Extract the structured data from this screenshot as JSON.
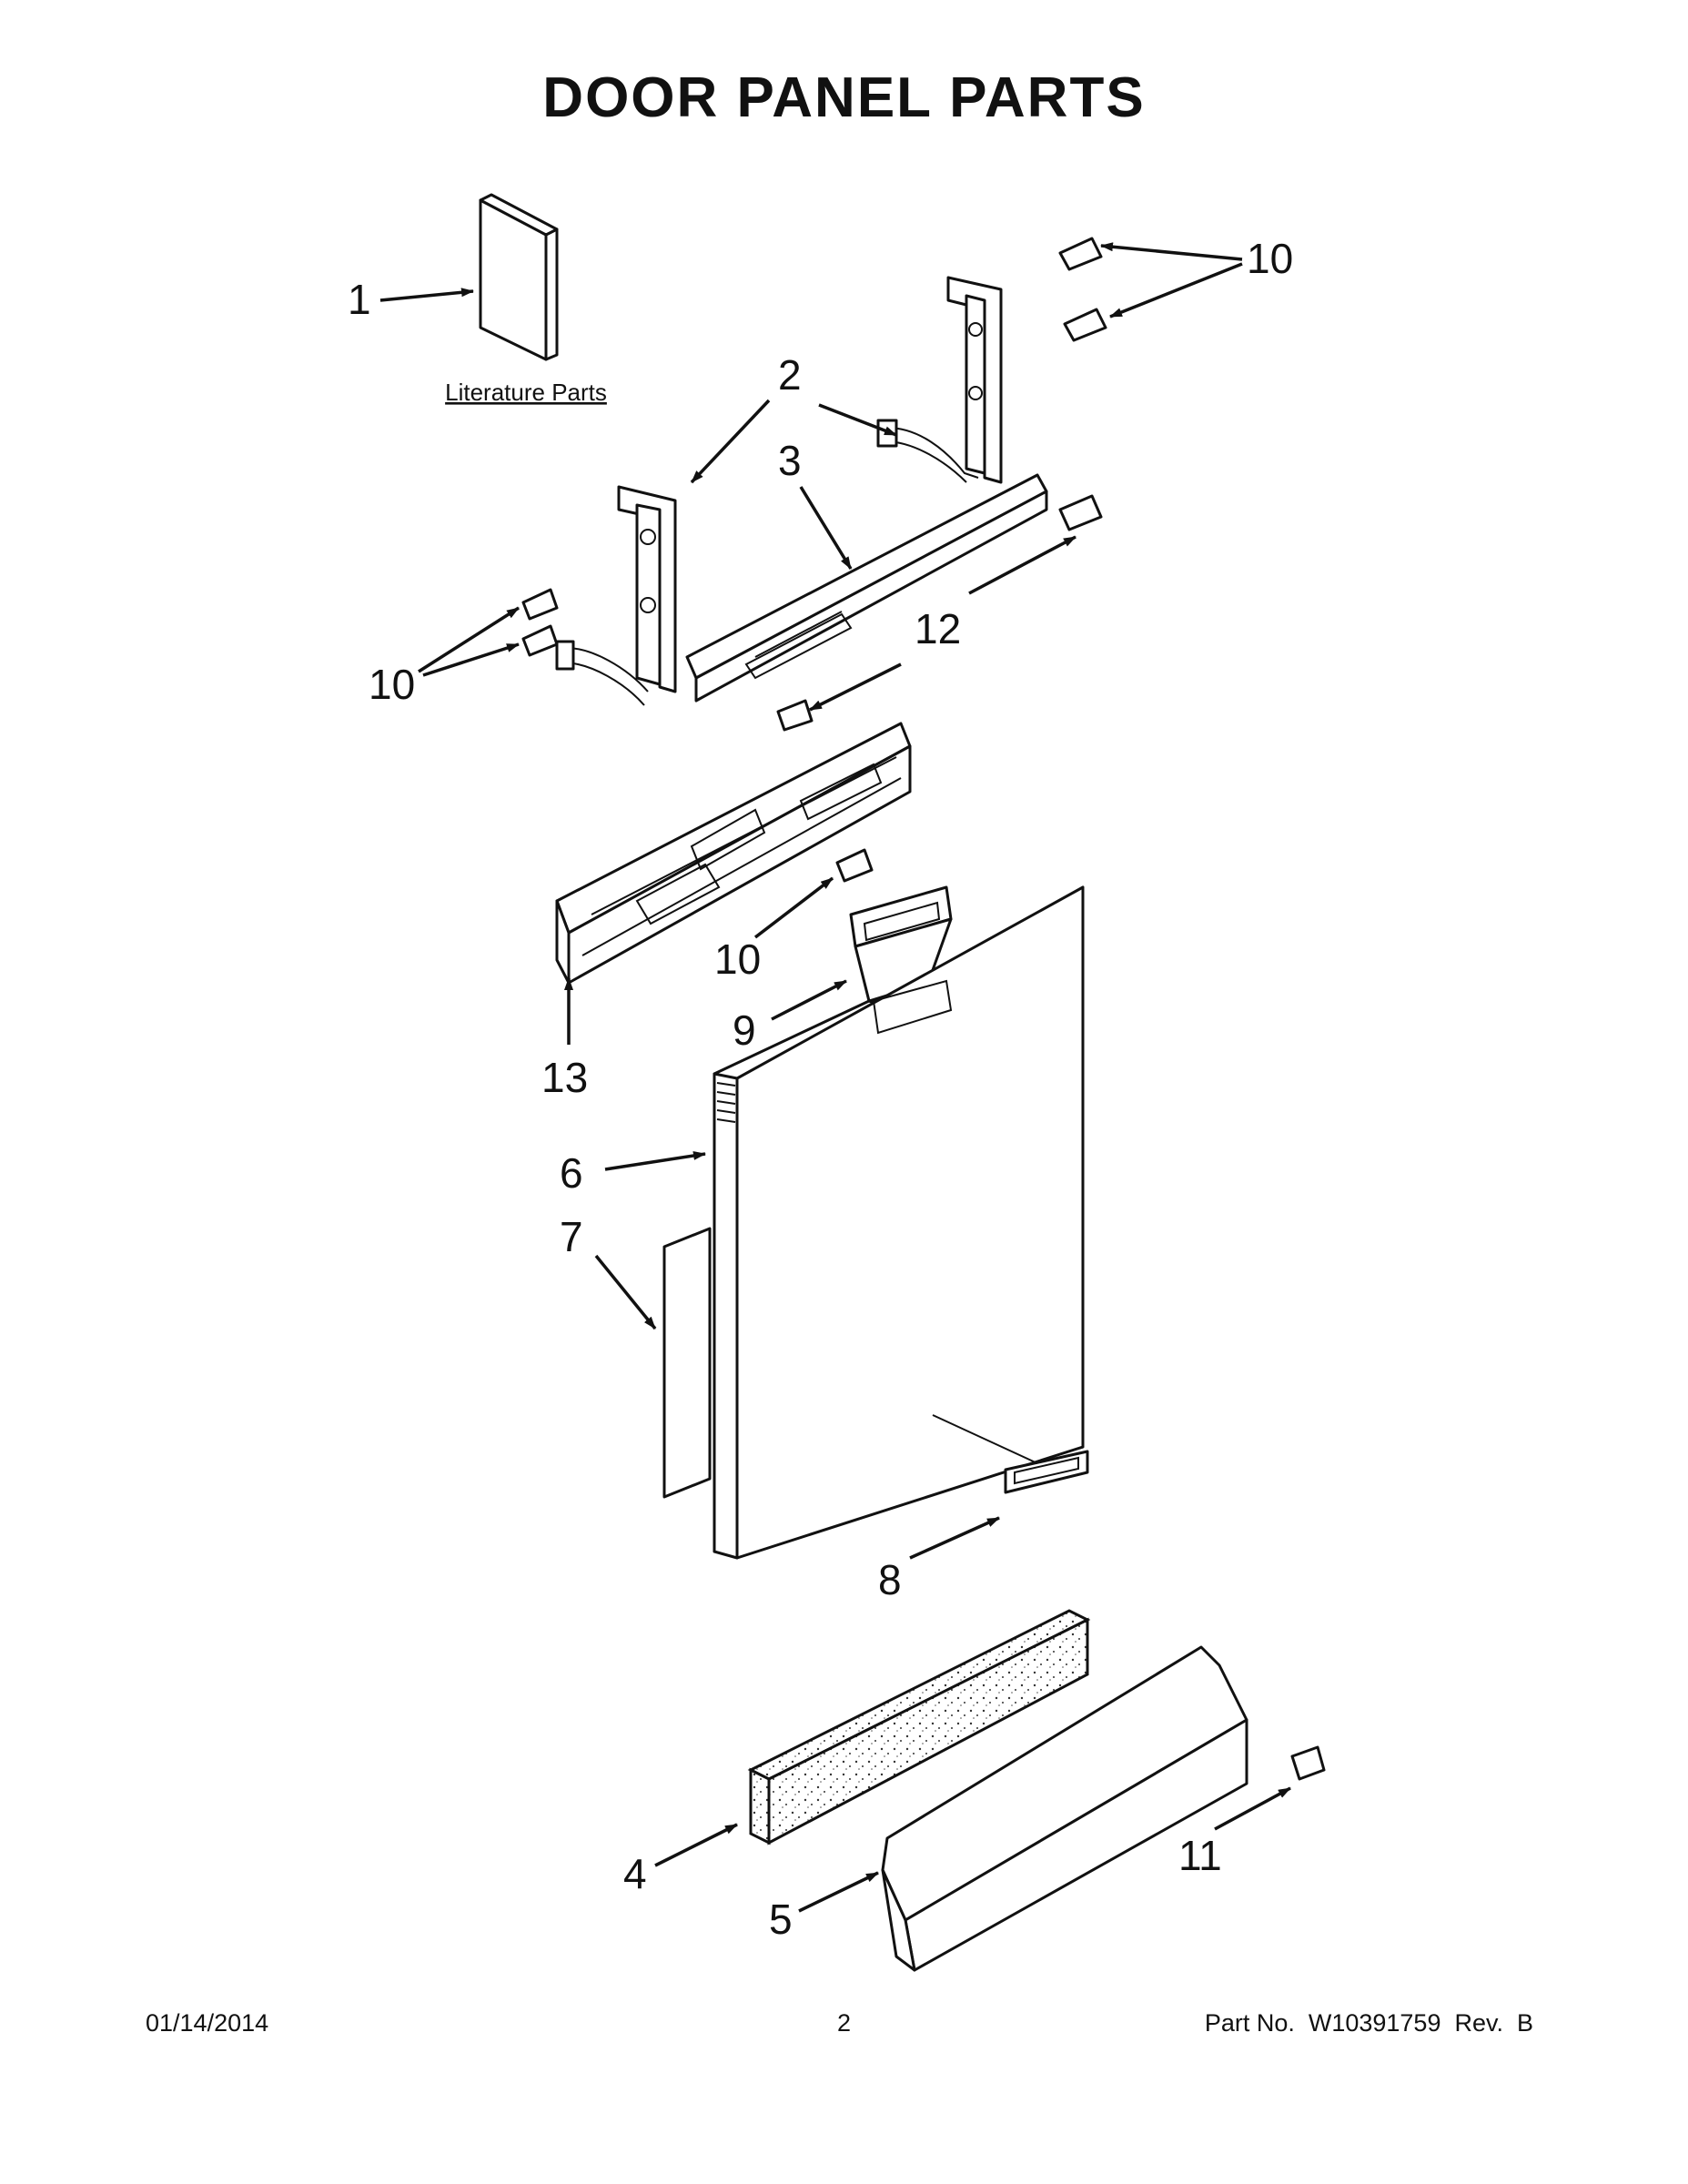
{
  "title": "DOOR PANEL PARTS",
  "literature_label": "Literature Parts",
  "callouts": {
    "c1": "1",
    "c2": "2",
    "c3": "3",
    "c4": "4",
    "c5": "5",
    "c6": "6",
    "c7": "7",
    "c8": "8",
    "c9": "9",
    "c10a": "10",
    "c10b": "10",
    "c10c": "10",
    "c11": "11",
    "c12": "12",
    "c13": "13"
  },
  "footer": {
    "date": "01/14/2014",
    "page": "2",
    "part_no": "Part No.  W10391759  Rev.  B"
  }
}
